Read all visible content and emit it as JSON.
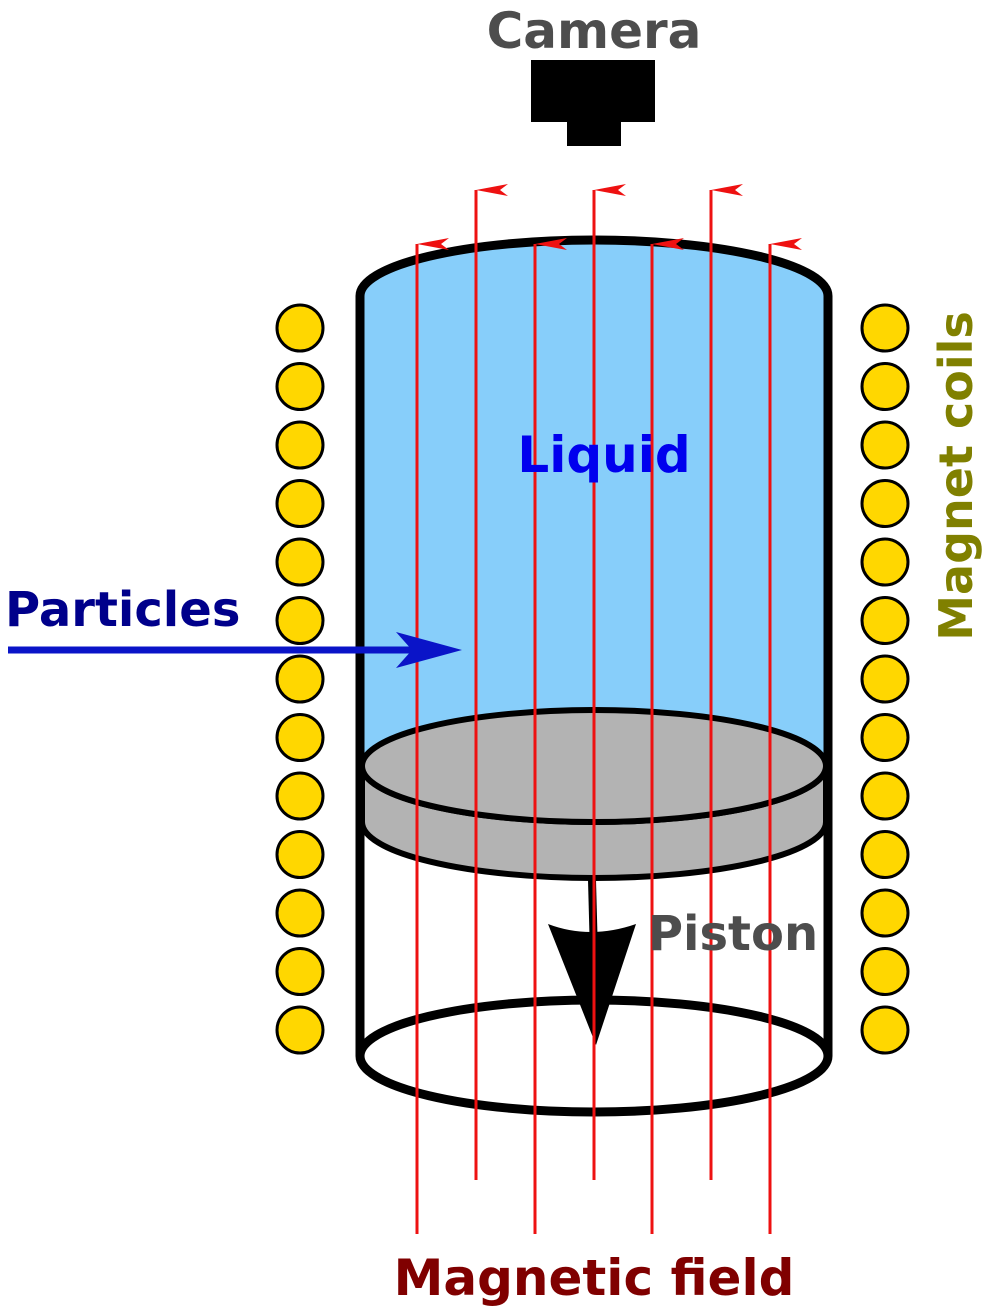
{
  "labels": {
    "camera": "Camera",
    "liquid": "Liquid",
    "particles": "Particles",
    "magnet_coils": "Magnet coils",
    "piston": "Piston",
    "magnetic_field": "Magnetic field"
  },
  "colors": {
    "camera_label": "#4d4d4d",
    "liquid_fill": "#87cefa",
    "liquid_label": "#0000ee",
    "particles": "#00008b",
    "particles_arrow": "#0a14c8",
    "coil_fill": "#ffd700",
    "coil_label": "#808000",
    "piston_fill": "#b3b3b3",
    "piston_label": "#4d4d4d",
    "field_lines": "#ee1111",
    "field_label": "#800000",
    "outline": "#000000"
  },
  "icons": {
    "camera": "camera-icon",
    "coil": "coil-winding-icon"
  },
  "counts": {
    "coils_per_side": 13,
    "field_lines": 7
  }
}
